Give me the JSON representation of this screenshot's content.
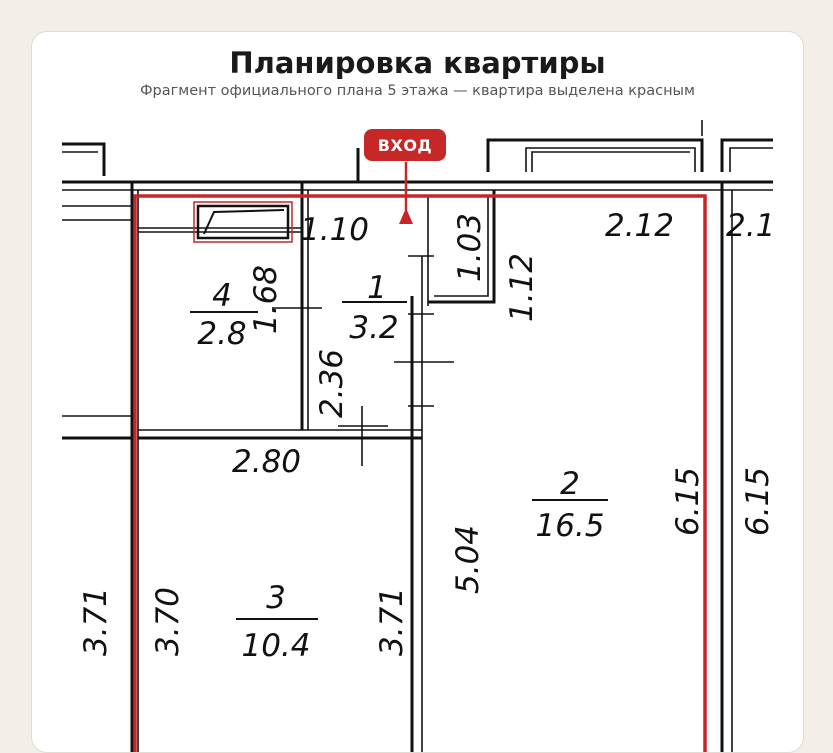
{
  "header": {
    "title": "Планировка квартиры",
    "subtitle": "Фрагмент официального плана 5 этажа — квартира выделена красным"
  },
  "entrance_label": "ВХОД",
  "colors": {
    "highlight": "#c62828",
    "walls": "#111111",
    "background": "#f3efe8"
  },
  "rooms": [
    {
      "number": "1",
      "area": "3.2"
    },
    {
      "number": "2",
      "area": "16.5"
    },
    {
      "number": "3",
      "area": "10.4"
    },
    {
      "number": "4",
      "area": "2.8"
    }
  ],
  "dimensions": {
    "d_2_12_left": "2.12",
    "d_2_12_right": "2.1",
    "d_1_10": "1.10",
    "d_1_68": "1.68",
    "d_1_03": "1.03",
    "d_1_12": "1.12",
    "d_2_36": "2.36",
    "d_2_80": "2.80",
    "d_5_04": "5.04",
    "d_6_15_inner": "6.15",
    "d_6_15_outer": "6.15",
    "d_3_71_left": "3.71",
    "d_3_70": "3.70",
    "d_3_71_right": "3.71"
  }
}
